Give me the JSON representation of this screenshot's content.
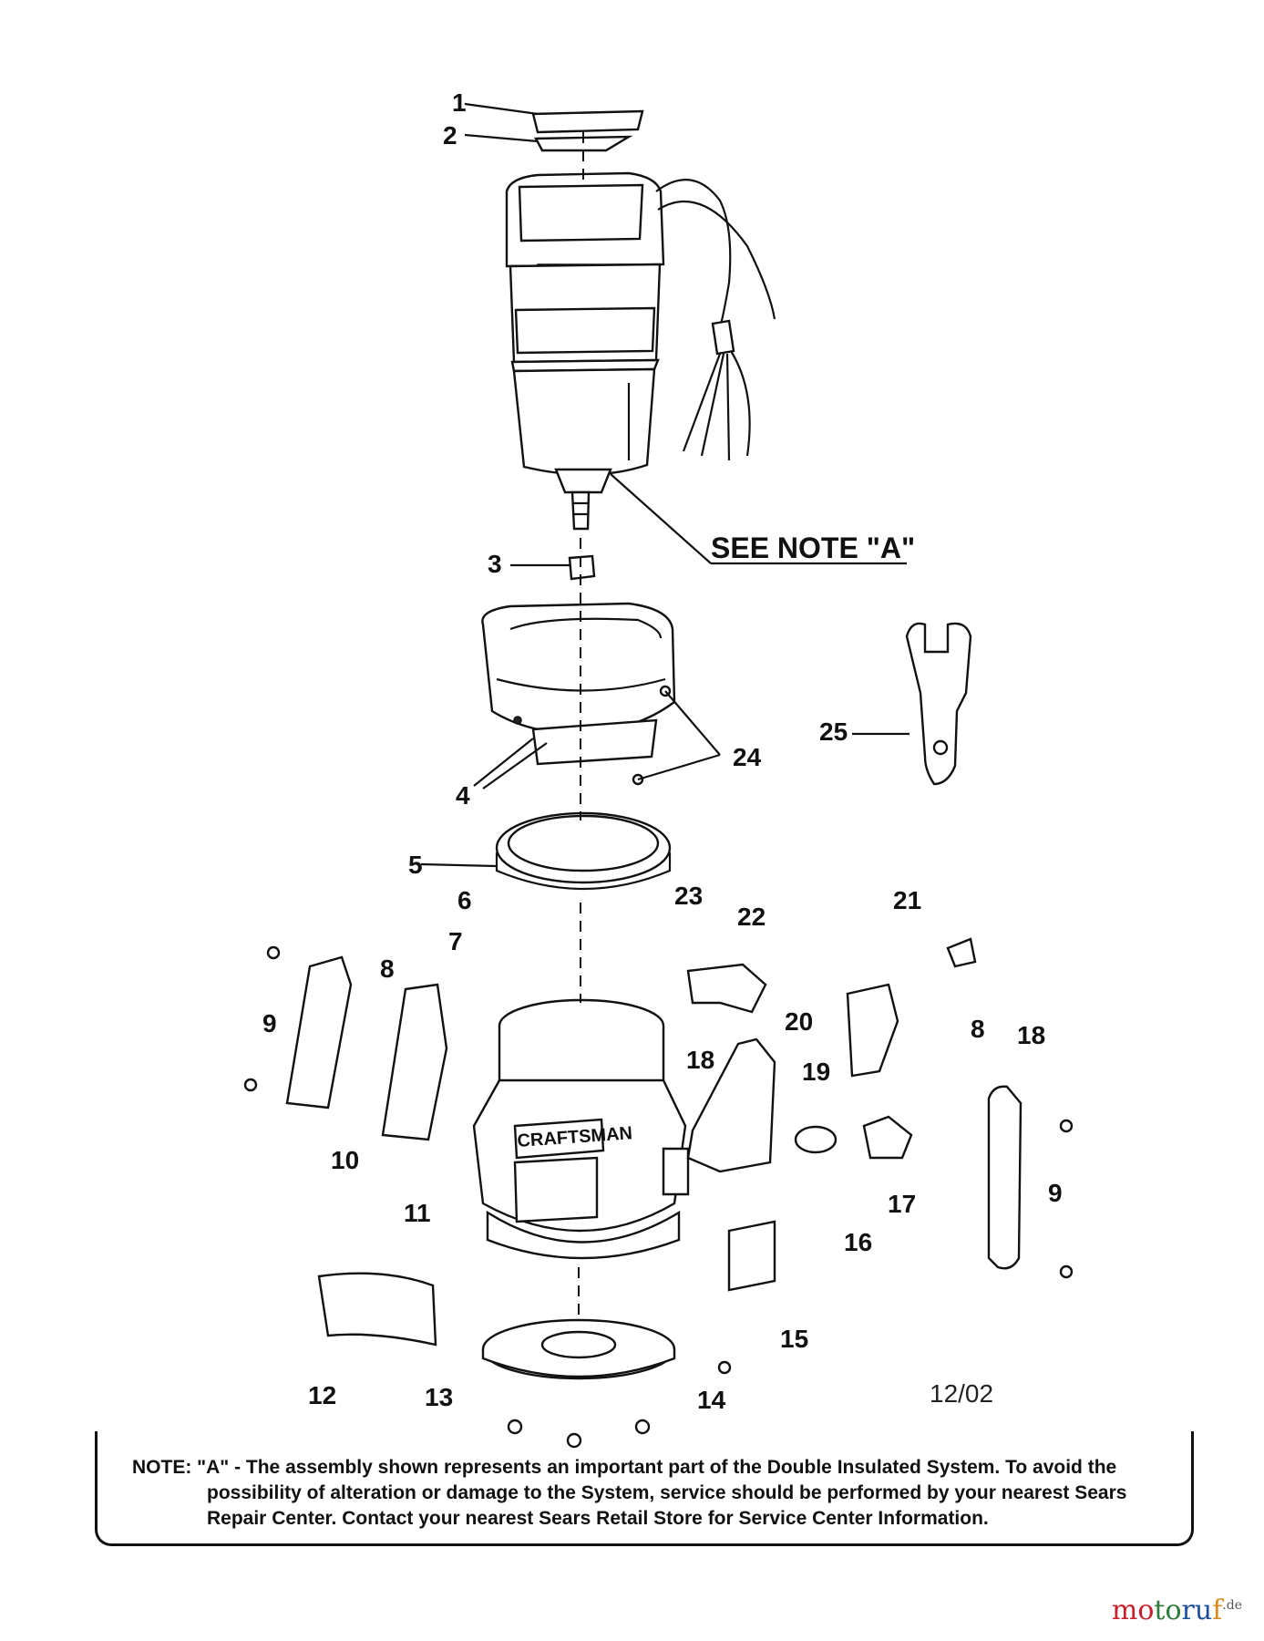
{
  "callouts": [
    "1",
    "2",
    "3",
    "4",
    "5",
    "6",
    "7",
    "8",
    "8",
    "9",
    "9",
    "10",
    "11",
    "12",
    "13",
    "14",
    "15",
    "16",
    "17",
    "18",
    "18",
    "19",
    "20",
    "21",
    "22",
    "23",
    "24",
    "25"
  ],
  "see_note": "SEE NOTE \"A\"",
  "brand_on_base": "CRAFTSMAN",
  "date_code": "12/02",
  "note": {
    "line1": "NOTE: \"A\" - The assembly shown represents an important part of the Double Insulated System. To avoid the",
    "line2": "possibility of alteration or damage to the System, service should be performed by your nearest Sears",
    "line3": "Repair Center. Contact your nearest Sears Retail Store for Service Center Information."
  },
  "watermark": {
    "part1": "mo",
    "part2": "to",
    "part3": "ru",
    "part4": "f",
    "suffix": ".de"
  }
}
